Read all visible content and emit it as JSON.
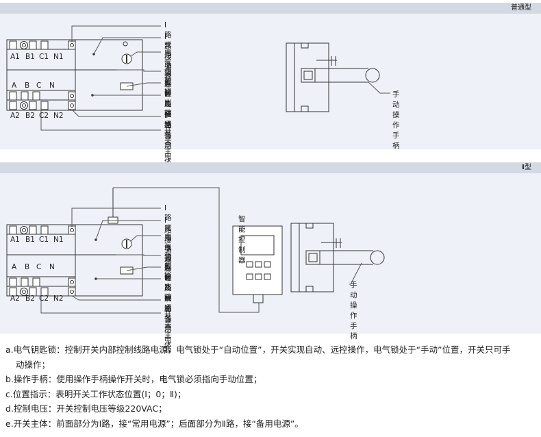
{
  "panel1": {
    "tag": "普通型",
    "switch": {
      "top_terminals": [
        "A1",
        "B1",
        "C1",
        "N1"
      ],
      "bottom_terminals_top": [
        "A",
        "B",
        "C",
        "N"
      ],
      "bottom_terminals": [
        "A2",
        "B2",
        "C2",
        "N2"
      ]
    },
    "callouts": [
      "Ⅰ路常用电源",
      "Ⅰ路接通指示",
      "电气钥匙锁",
      "负载输出端",
      "型号及规格",
      "Ⅱ路接通指示",
      "Ⅱ路备用电源",
      "开关主体"
    ],
    "handle_label": "手动操作手柄"
  },
  "panel2": {
    "tag": "Ⅱ型",
    "switch": {
      "top_terminals": [
        "A1",
        "B1",
        "C1",
        "N1"
      ],
      "bottom_terminals_top": [
        "A",
        "B",
        "C",
        "N"
      ],
      "bottom_terminals": [
        "A2",
        "B2",
        "C2",
        "N2"
      ]
    },
    "callouts": [
      "Ⅰ路常用电源",
      "Ⅰ路接通指示",
      "电气钥匙锁",
      "负载输出端",
      "型号及规格",
      "Ⅱ路接通指示",
      "Ⅱ路备用电源",
      "开关主体"
    ],
    "controller_label": "智能控制器",
    "handle_label": "手动操作手柄"
  },
  "notes": {
    "a": "a.电气钥匙锁：控制开关内部控制线路电源，电气锁处于“自动位置”，开关实现自动、远控操作，电气锁处于“手动”位置，开关只可手",
    "a_cont": "动操作；",
    "b": "b.操作手柄：使用操作手柄操作开关时，电气锁必须指向手动位置；",
    "c": "c.位置指示：表明开关工作状态位置(Ⅰ；0；Ⅱ)；",
    "d": "d.控制电压：开关控制电压等级220VAC；",
    "e": "e.开关主体：前面部分为Ⅰ路，接“常用电源”；后面部分为Ⅱ路，接“备用电源”。"
  }
}
